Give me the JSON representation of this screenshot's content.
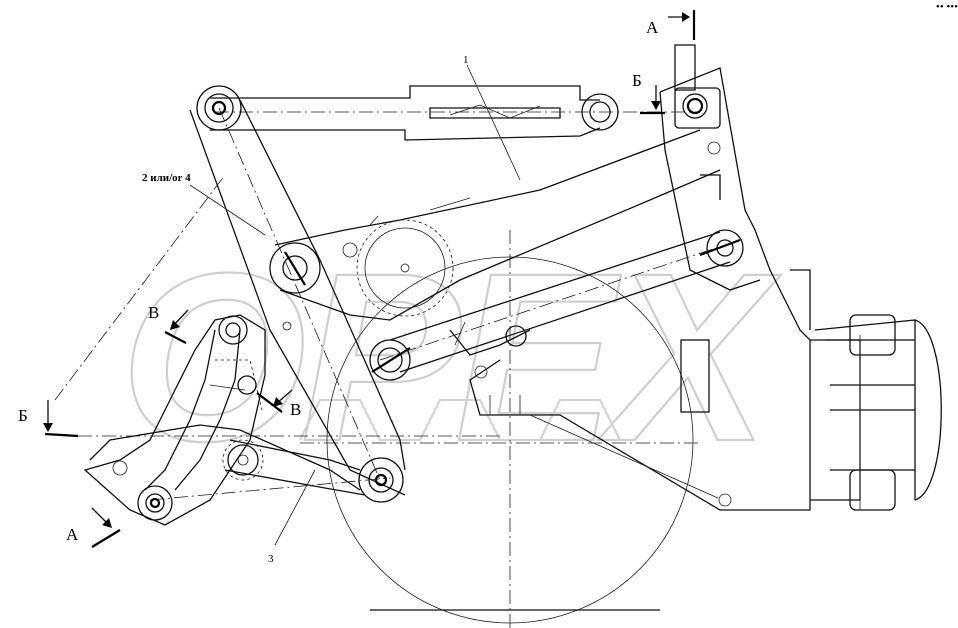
{
  "corner_mark": "•• •••",
  "watermark": "OPEX",
  "parts": {
    "p1": "1",
    "p2": "2 или/or 4",
    "p3": "3"
  },
  "sections": {
    "a_top": "A",
    "a_bottom": "A",
    "b_top": "Б",
    "b_left": "Б",
    "v_left": "В",
    "v_right": "В"
  }
}
